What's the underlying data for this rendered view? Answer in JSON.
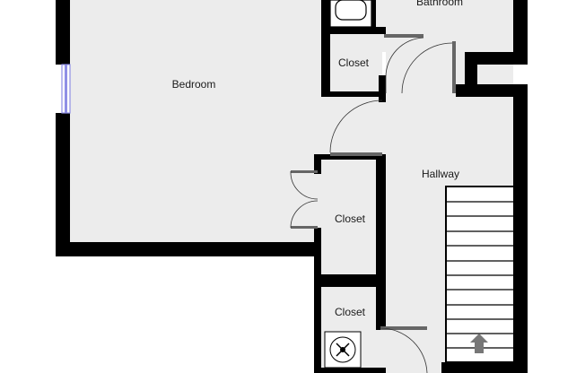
{
  "floorplan": {
    "rooms": {
      "bedroom": "Bedroom",
      "bathroom": "Bathroom",
      "closet_top": "Closet",
      "hallway": "Hallway",
      "closet_middle": "Closet",
      "closet_bottom": "Closet"
    },
    "colors": {
      "wall": "#000000",
      "floor": "#ececec",
      "door_stop": "#666666",
      "window": "#8f8fe6",
      "stairs_line": "#bbbbbb",
      "stairs_arrow": "#777777",
      "background": "#ffffff"
    },
    "icons": {
      "toilet": "toilet-icon",
      "water_heater": "water-heater-icon",
      "stairs_arrow": "up-arrow-icon"
    }
  }
}
